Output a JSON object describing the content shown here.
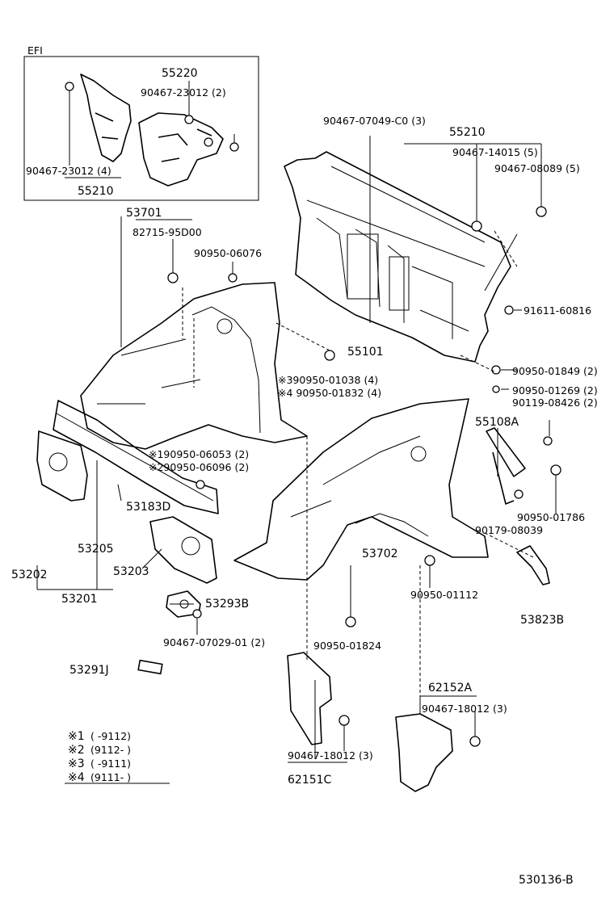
{
  "note_box_label": "EFI",
  "footer_code": "530136-B",
  "labels": {
    "p55220": "55220",
    "p9046723012_2": "90467-23012 (2)",
    "p9046723012_4": "90467-23012 (4)",
    "p55210_inset": "55210",
    "p53701": "53701",
    "p8271595D00": "82715-95D00",
    "p9095006076": "90950-06076",
    "p9046707049": "90467-07049-C0 (3)",
    "p55210": "55210",
    "p9046714015": "90467-14015 (5)",
    "p9046708089": "90467-08089 (5)",
    "p9161160816": "91611-60816",
    "p55101": "55101",
    "p9095001038": "※390950-01038 (4)",
    "p9095001832": "※4 90950-01832 (4)",
    "p9095001849": "90950-01849 (2)",
    "p9095001269": "90950-01269 (2)",
    "p9011908426": "90119-08426 (2)",
    "p55108A": "55108A",
    "p9095006053": "※190950-06053 (2)",
    "p9095006096": "※290950-06096 (2)",
    "p53183D": "53183D",
    "p9095001786": "90950-01786",
    "p9017908039": "90179-08039",
    "p53205": "53205",
    "p53702": "53702",
    "p53202": "53202",
    "p53203": "53203",
    "p53201": "53201",
    "p9095001112": "90950-01112",
    "p53823B": "53823B",
    "p53293B": "53293B",
    "p9046707029": "90467-07029-01 (2)",
    "p9095001824": "90950-01824",
    "p53291J": "53291J",
    "p62152A": "62152A",
    "p9046718012_62152A": "90467-18012 (3)",
    "p9046718012_62151C": "90467-18012 (3)",
    "p62151C": "62151C"
  },
  "legend": [
    {
      "mark": "※1",
      "range": "(      -9112)"
    },
    {
      "mark": "※2",
      "range": "(9112-       )"
    },
    {
      "mark": "※3",
      "range": "(      -9111)"
    },
    {
      "mark": "※4",
      "range": "(9111-       )"
    }
  ]
}
